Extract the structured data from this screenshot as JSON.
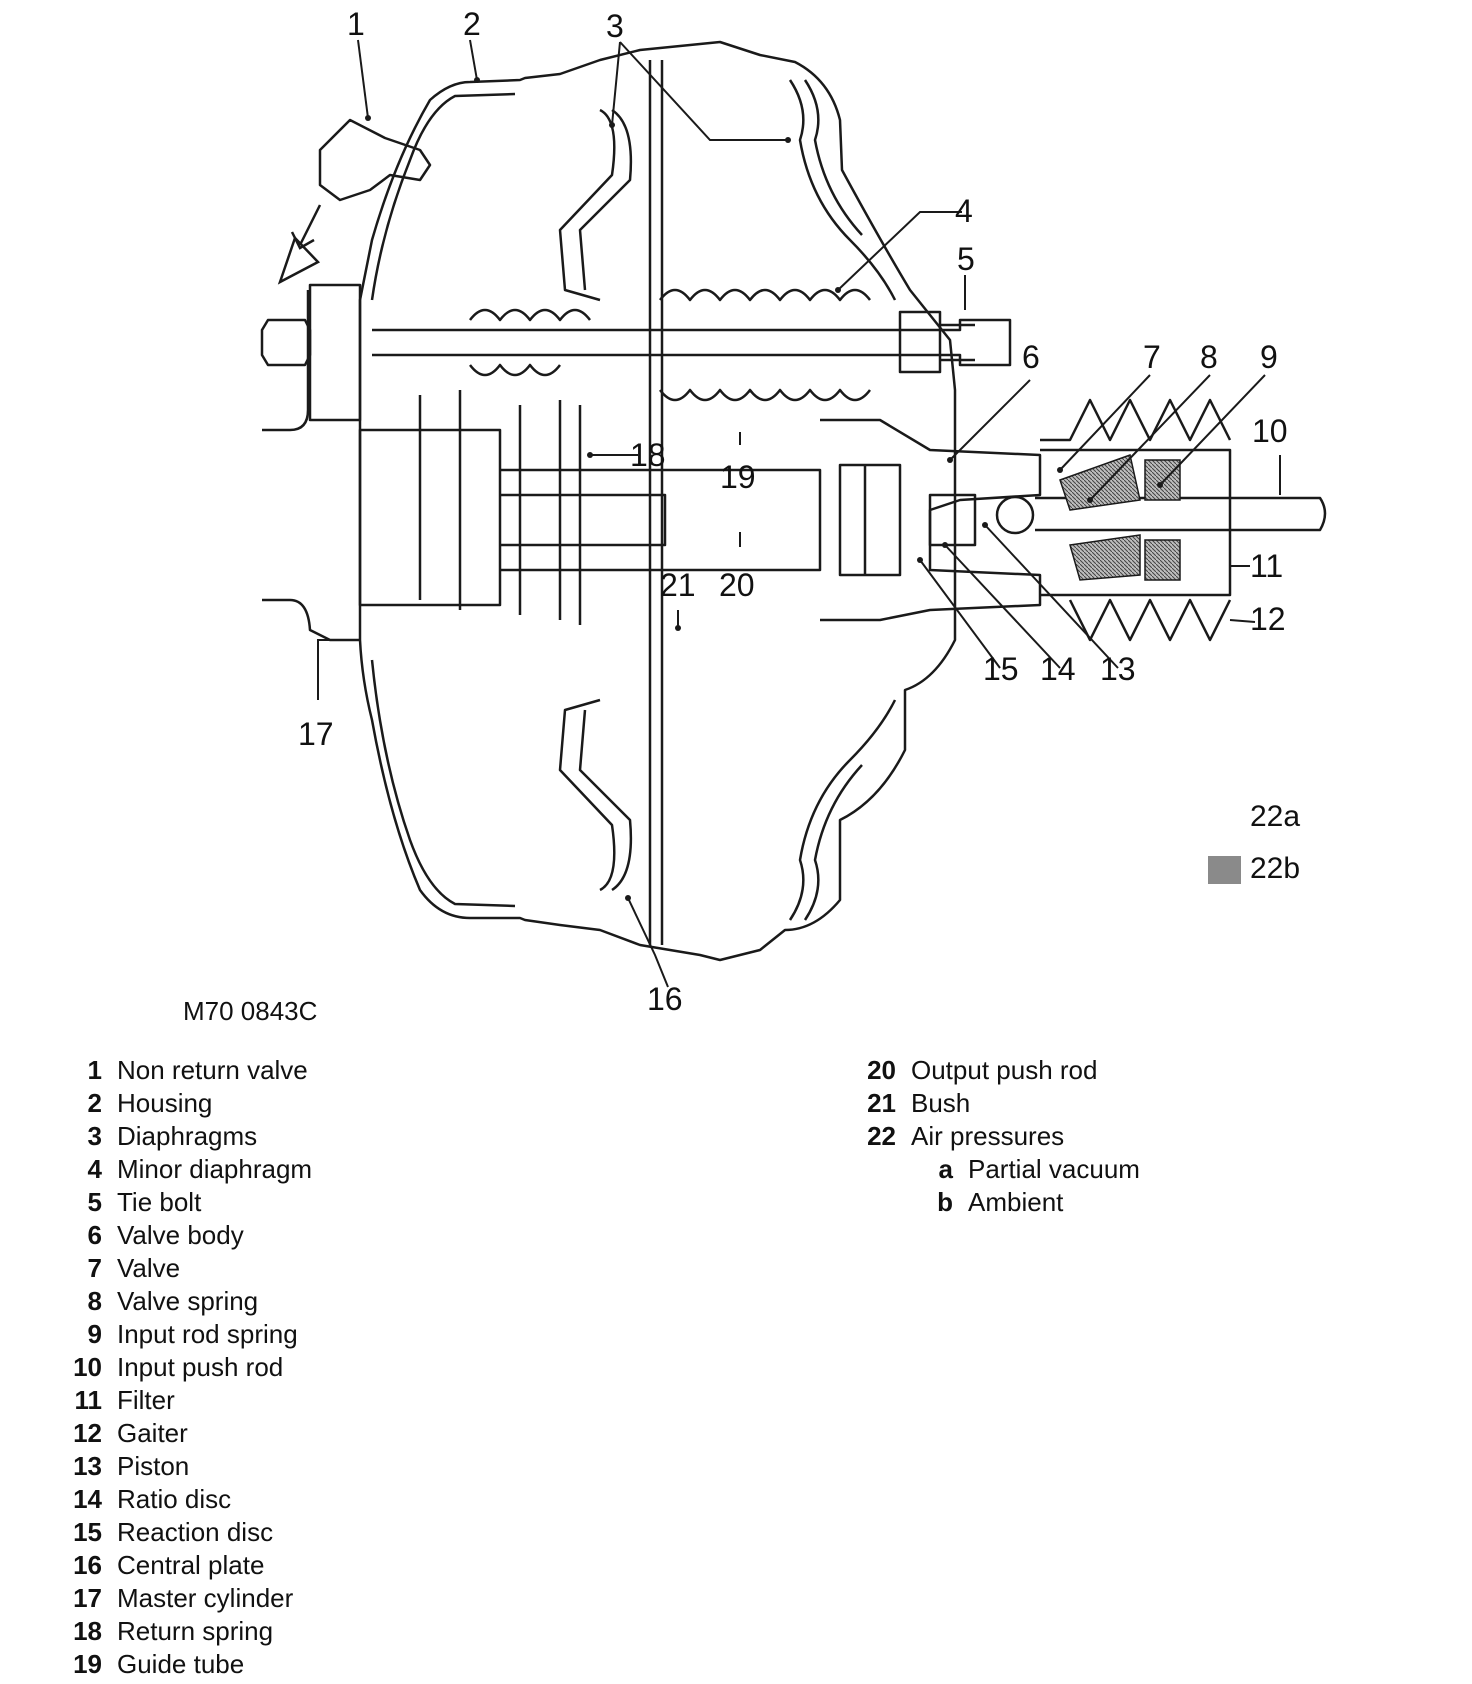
{
  "figure_code": "M70 0843C",
  "callouts": [
    "1",
    "2",
    "3",
    "4",
    "5",
    "6",
    "7",
    "8",
    "9",
    "10",
    "11",
    "12",
    "13",
    "14",
    "15",
    "16",
    "17",
    "18",
    "19",
    "20",
    "21"
  ],
  "pressure_key": {
    "vacuum_label": "22a",
    "ambient_label": "22b",
    "ambient_color": "#8a8a8a"
  },
  "legend": {
    "left": [
      {
        "num": "1",
        "label": "Non return valve"
      },
      {
        "num": "2",
        "label": "Housing"
      },
      {
        "num": "3",
        "label": "Diaphragms"
      },
      {
        "num": "4",
        "label": "Minor diaphragm"
      },
      {
        "num": "5",
        "label": "Tie bolt"
      },
      {
        "num": "6",
        "label": "Valve body"
      },
      {
        "num": "7",
        "label": "Valve"
      },
      {
        "num": "8",
        "label": "Valve spring"
      },
      {
        "num": "9",
        "label": "Input rod spring"
      },
      {
        "num": "10",
        "label": "Input push rod"
      },
      {
        "num": "11",
        "label": "Filter"
      },
      {
        "num": "12",
        "label": "Gaiter"
      },
      {
        "num": "13",
        "label": "Piston"
      },
      {
        "num": "14",
        "label": "Ratio disc"
      },
      {
        "num": "15",
        "label": "Reaction disc"
      },
      {
        "num": "16",
        "label": "Central plate"
      },
      {
        "num": "17",
        "label": "Master cylinder"
      },
      {
        "num": "18",
        "label": "Return spring"
      },
      {
        "num": "19",
        "label": "Guide tube"
      }
    ],
    "right": [
      {
        "num": "20",
        "label": "Output push rod"
      },
      {
        "num": "21",
        "label": "Bush"
      },
      {
        "num": "22",
        "label": "Air pressures"
      }
    ],
    "sub": [
      {
        "key": "a",
        "label": "Partial vacuum"
      },
      {
        "key": "b",
        "label": "Ambient"
      }
    ]
  }
}
